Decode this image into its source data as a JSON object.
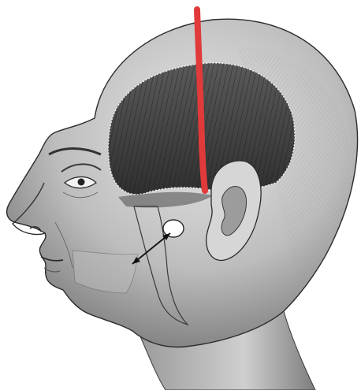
{
  "image": {
    "subject": "anatomical-illustration-head-left-profile",
    "style": "engraving",
    "colors": {
      "background": "#ffffff",
      "skin_light": "#d9d9d9",
      "skin_mid": "#a7a7a7",
      "skin_dark": "#5c5c5c",
      "muscle": "#3e3e3e",
      "outline": "#2a2a2a",
      "marker_line": "#e03a3a"
    },
    "elements": [
      "head-outline",
      "ear",
      "temporalis-muscle",
      "red-vertical-line",
      "jaw-joint-circle",
      "double-headed-arrow",
      "eye",
      "nose",
      "mouth"
    ]
  }
}
